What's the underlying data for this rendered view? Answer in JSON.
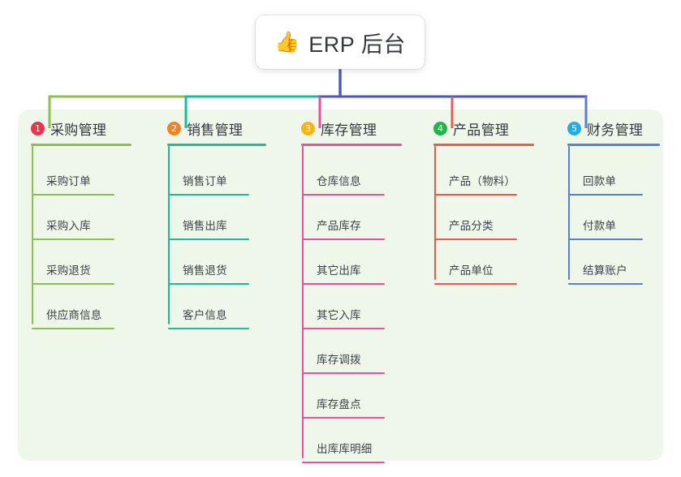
{
  "diagram": {
    "type": "mind-map",
    "root": {
      "icon": "thumbs-up-icon",
      "emoji": "👍",
      "title": "ERP 后台"
    },
    "background_color": "#eef7e9",
    "root_stem_color": "#4a56c4",
    "branches": [
      {
        "index": "1",
        "badge_symbol": "❶",
        "badge_number": "1",
        "badge_color": "#e8344e",
        "title": "采购管理",
        "accent_color": "#8cc152",
        "items": [
          {
            "label": "采购订单"
          },
          {
            "label": "采购入库"
          },
          {
            "label": "采购退货"
          },
          {
            "label": "供应商信息"
          }
        ]
      },
      {
        "index": "2",
        "badge_symbol": "❷",
        "badge_number": "2",
        "badge_color": "#f0822a",
        "title": "销售管理",
        "accent_color": "#1abc9c",
        "items": [
          {
            "label": "销售订单"
          },
          {
            "label": "销售出库"
          },
          {
            "label": "销售退货"
          },
          {
            "label": "客户信息"
          }
        ]
      },
      {
        "index": "3",
        "badge_symbol": "❸",
        "badge_number": "3",
        "badge_color": "#f5b51a",
        "title": "库存管理",
        "accent_color": "#e8509b",
        "items": [
          {
            "label": "仓库信息"
          },
          {
            "label": "产品库存"
          },
          {
            "label": "其它出库"
          },
          {
            "label": "其它入库"
          },
          {
            "label": "库存调拨"
          },
          {
            "label": "库存盘点"
          },
          {
            "label": "出库库明细"
          }
        ]
      },
      {
        "index": "4",
        "badge_symbol": "❹",
        "badge_number": "4",
        "badge_color": "#25b34b",
        "title": "产品管理",
        "accent_color": "#f0584f",
        "items": [
          {
            "label": "产品（物料）"
          },
          {
            "label": "产品分类"
          },
          {
            "label": "产品单位"
          }
        ]
      },
      {
        "index": "5",
        "badge_symbol": "❺",
        "badge_number": "5",
        "badge_color": "#29abe2",
        "title": "财务管理",
        "accent_color": "#5b7fd4",
        "items": [
          {
            "label": "回款单"
          },
          {
            "label": "付款单"
          },
          {
            "label": "结算账户"
          }
        ]
      }
    ]
  }
}
